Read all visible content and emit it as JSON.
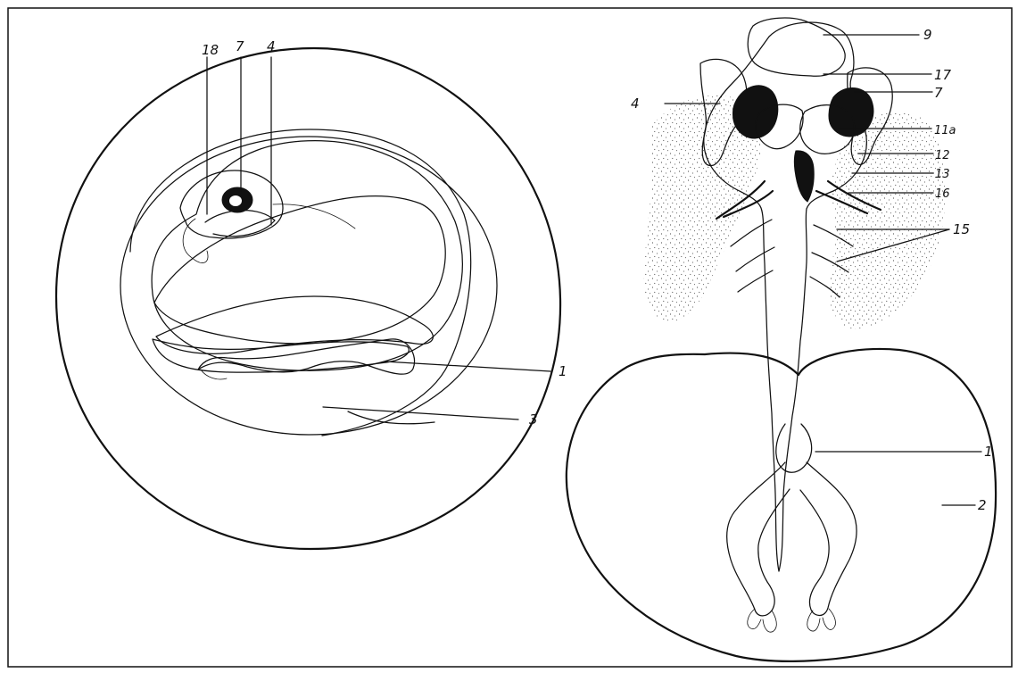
{
  "figure": {
    "left_panel": {
      "labels": [
        "18",
        "7",
        "4",
        "1",
        "3"
      ]
    },
    "right_panel": {
      "labels": [
        "9",
        "17",
        "7",
        "4",
        "11a",
        "12",
        "13",
        "16",
        "15",
        "1",
        "2"
      ]
    }
  }
}
